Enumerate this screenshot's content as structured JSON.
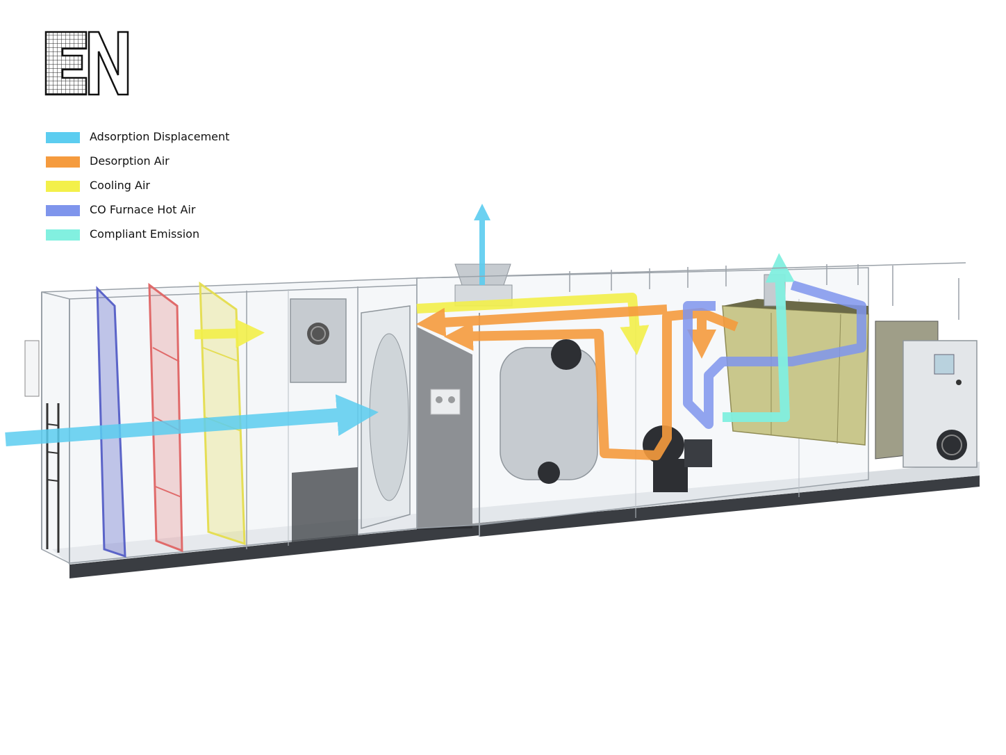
{
  "logo": {
    "text": "EN"
  },
  "legend": {
    "items": [
      {
        "label": "Adsorption Displacement",
        "color": "#5ccdf0"
      },
      {
        "label": "Desorption Air",
        "color": "#f59b3e"
      },
      {
        "label": "Cooling Air",
        "color": "#f3f04a"
      },
      {
        "label": "CO Furnace Hot Air",
        "color": "#7f95ec"
      },
      {
        "label": "Compliant Emission",
        "color": "#82f0e0"
      }
    ]
  },
  "colors": {
    "frame": "#9aa1a8",
    "glass": "#e9eef2",
    "steel": "#c6cbd0",
    "dark": "#2d2f33",
    "olive": "#c9c78c",
    "filter_blue": "#5b64c8",
    "filter_red": "#e06a6a",
    "filter_yellow": "#e5de55"
  }
}
